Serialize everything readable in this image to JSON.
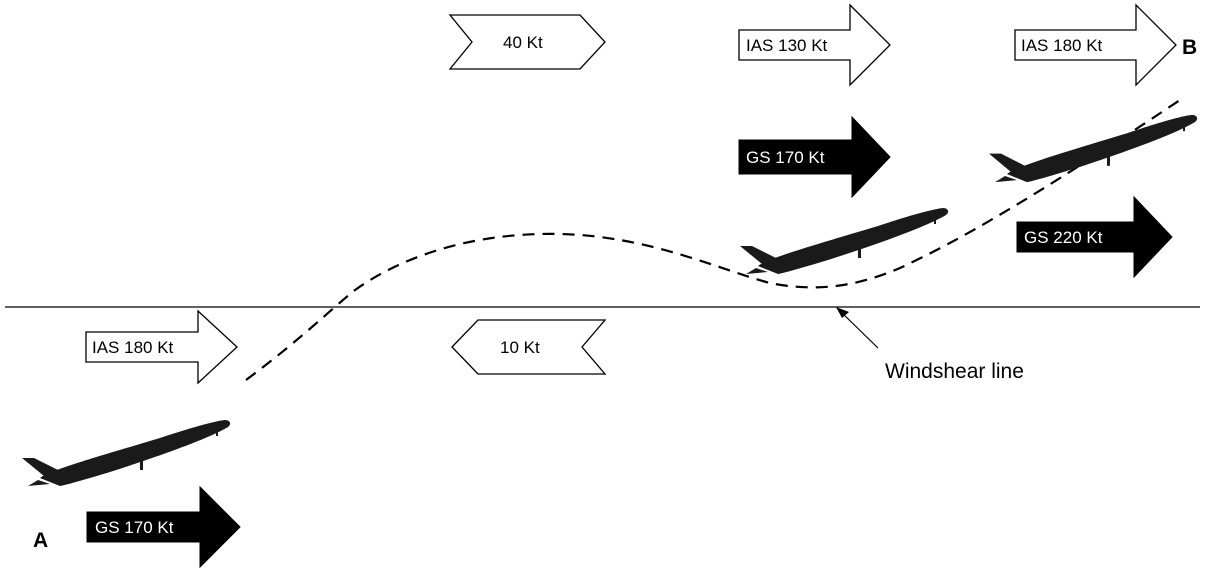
{
  "points": {
    "start": "A",
    "end": "B"
  },
  "windshear": {
    "label": "Windshear line"
  },
  "wind": {
    "above": "40 Kt",
    "below": "10 Kt"
  },
  "speeds": {
    "a_ias": "IAS 180 Kt",
    "a_gs": "GS 170 Kt",
    "mid_ias": "IAS 130 Kt",
    "mid_gs": "GS 170 Kt",
    "b_ias": "IAS 180 Kt",
    "b_gs": "GS 220 Kt"
  },
  "colors": {
    "line": "#000000",
    "aircraft": "#1a1a1a",
    "ground_speed_arrow": "#000000",
    "airspeed_arrow": "#ffffff"
  }
}
